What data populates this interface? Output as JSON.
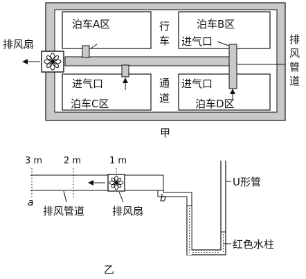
{
  "figure_a": {
    "caption": "甲",
    "zones": {
      "a": "泊车A区",
      "b": "泊车B区",
      "c": "泊车C区",
      "d": "泊车D区"
    },
    "lanes": {
      "top": [
        "行",
        "车"
      ],
      "bottom": [
        "通",
        "道"
      ]
    },
    "inlet_label": "进气口",
    "fan_label": "排风扇",
    "duct_label": [
      "排",
      "风",
      "管",
      "道"
    ]
  },
  "figure_b": {
    "caption": "乙",
    "distance_marks": [
      "3 m",
      "2 m",
      "1 m"
    ],
    "point_a": "a",
    "point_b": "b",
    "duct_label": "排风管道",
    "fan_label": "排风扇",
    "u_tube_label": "U形管",
    "water_label": "红色水柱"
  }
}
